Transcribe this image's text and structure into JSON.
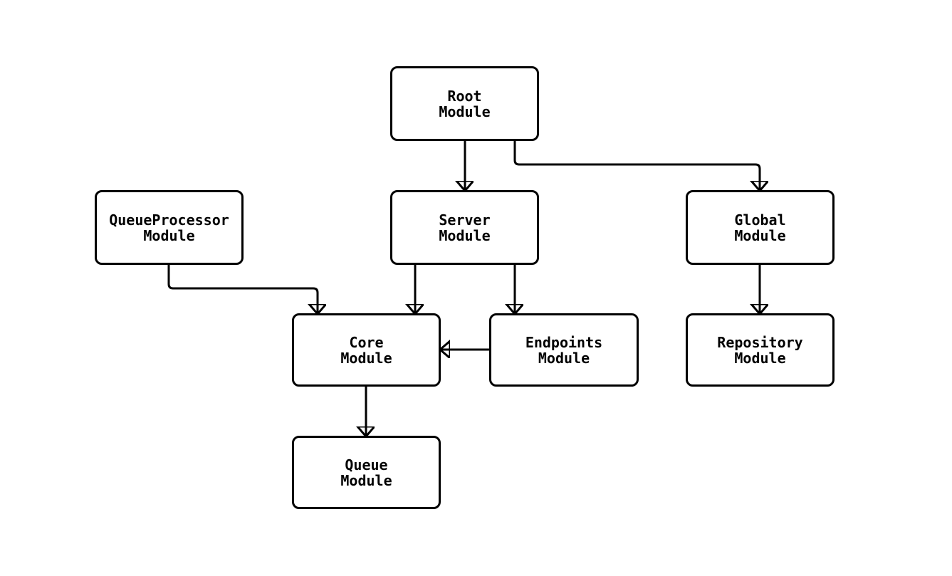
{
  "diagram": {
    "type": "module-dependency-flowchart",
    "colors": {
      "background": "#ffffff",
      "node_fill": "#ffffff",
      "stroke": "#000000",
      "text": "#000000"
    },
    "nodes": [
      {
        "id": "root",
        "label": "Root\nModule"
      },
      {
        "id": "server",
        "label": "Server\nModule"
      },
      {
        "id": "queue-processor",
        "label": "QueueProcessor\nModule"
      },
      {
        "id": "global",
        "label": "Global\nModule"
      },
      {
        "id": "core",
        "label": "Core\nModule"
      },
      {
        "id": "endpoints",
        "label": "Endpoints\nModule"
      },
      {
        "id": "repository",
        "label": "Repository\nModule"
      },
      {
        "id": "queue",
        "label": "Queue\nModule"
      }
    ],
    "edges": [
      {
        "from": "root",
        "to": "server"
      },
      {
        "from": "root",
        "to": "global"
      },
      {
        "from": "queue-processor",
        "to": "core"
      },
      {
        "from": "server",
        "to": "core"
      },
      {
        "from": "server",
        "to": "endpoints"
      },
      {
        "from": "endpoints",
        "to": "core"
      },
      {
        "from": "global",
        "to": "repository"
      },
      {
        "from": "core",
        "to": "queue"
      }
    ]
  }
}
